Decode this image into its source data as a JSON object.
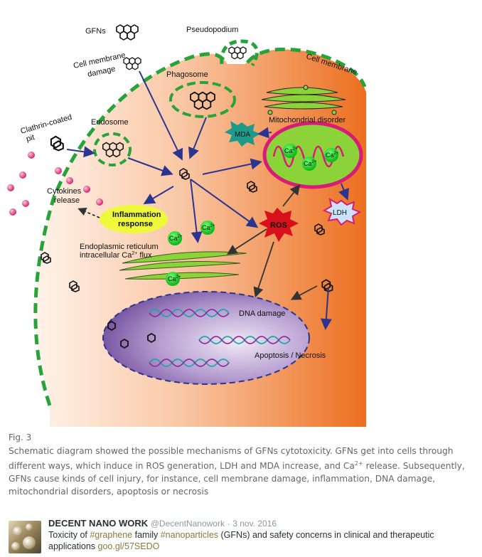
{
  "diagram": {
    "labels": {
      "gfns": "GFNs",
      "pseudopodium": "Pseudopodium",
      "cell_membrane": "Cell membrane",
      "cell_membrane_damage_1": "Cell membrane",
      "cell_membrane_damage_2": "damage",
      "phagosome": "Phagosome",
      "clathrin_1": "Clathrin-coated",
      "clathrin_2": "pit",
      "endosome": "Endosome",
      "mitochondrial_disorder": "Mitochondrial disorder",
      "mda": "MDA",
      "ca": "Ca",
      "ca_sup": "2+",
      "cytokines_1": "Cytokines",
      "cytokines_2": "release",
      "inflammation_1": "Inflammation",
      "inflammation_2": "response",
      "ros": "ROS",
      "ldh": "LDH",
      "er_1": "Endoplasmic reticulum",
      "er_2": "intracellular Ca",
      "er_2_sup": "2+",
      "er_2_tail": " flux",
      "dna_damage": "DNA damage",
      "apoptosis": "Apoptosis / Necrosis"
    },
    "colors": {
      "cytoplasm_light": "#fde5d2",
      "cytoplasm_dark": "#ee7a2e",
      "membrane": "#27a33a",
      "arrow": "#2b3590",
      "nucleus": "#7f5fa8",
      "mito_green": "#8cd33a",
      "mito_outer": "#d81b78",
      "ros": "#d8101b",
      "particle": "#e8569a"
    }
  },
  "caption": {
    "fig_label": "Fig. 3",
    "text_before_sup": "Schematic diagram showed the possible mechanisms of GFNs cytotoxicity. GFNs get into cells through different ways, which induce in ROS generation, LDH and MDA increase, and Ca",
    "sup": "2+",
    "text_after_sup": " release. Subsequently, GFNs cause kinds of cell injury, for instance, cell membrane damage, inflammation, DNA damage, mitochondrial disorders, apoptosis or necrosis"
  },
  "tweet": {
    "name": "DECENT NANO WORK",
    "handle": "@DecentNanowork",
    "separator": "·",
    "date": "3 nov. 2016",
    "text_1": "Toxicity of ",
    "hashtag_1": "#graphene",
    "text_2": " family ",
    "hashtag_2": "#nanoparticles",
    "text_3": " (GFNs) and safety concerns in clinical and therapeutic applications ",
    "link": "goo.gl/57SEDO"
  }
}
